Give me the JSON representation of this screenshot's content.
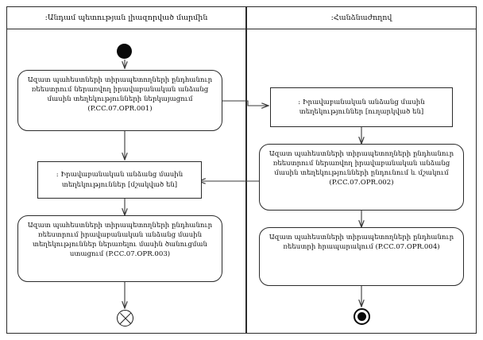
{
  "diagram": {
    "type": "uml-activity-diagram",
    "title_present": false,
    "lane_count": 2
  },
  "lanes": [
    {
      "id": "member-state-authority",
      "header": ":Անդամ պետության լիազորված մարմին"
    },
    {
      "id": "commission",
      "header": ":Հանձնաժողով"
    }
  ],
  "nodes": {
    "initial": {
      "kind": "initial-node",
      "label": ""
    },
    "activity_opr001": {
      "kind": "activity",
      "text": "Ազատ պահեստների տիրապետողների ընդհանուր ռեեստրում ներառվող  իրավաբանական անձանց մասին տեղեկությունների ներկայացում (P.CC.07.OPR.001)",
      "code": "P.CC.07.OPR.001"
    },
    "object_sent": {
      "kind": "object-node",
      "text": ": Իրավաբանական անձանց մասին տեղեկություններ [ուղարկված են]",
      "state": "[ուղարկված են]"
    },
    "activity_opr002": {
      "kind": "activity",
      "text": "Ազատ պահեստների տիրապետողների ընդհանուր ռեեստրում ներառվող  իրավաբանական անձանց մասին տեղեկությունների ընդունում և մշակում (P.CC.07.OPR.002)",
      "code": "P.CC.07.OPR.002"
    },
    "object_processed": {
      "kind": "object-node",
      "text": ": Իրավաբանական անձանց մասին տեղեկություններ [մշակված են]",
      "state": "[մշակված են]"
    },
    "activity_opr003": {
      "kind": "activity",
      "text": "Ազատ պահեստների տիրապետողների ընդհանուր ռեեստրում իրավաբանական անձանց մասին տեղեկություններ ներառելու մասին ծանուցման ստացում (P.CC.07.OPR.003)",
      "code": "P.CC.07.OPR.003"
    },
    "activity_opr004": {
      "kind": "activity",
      "text": "Ազատ պահեստների տիրապետողների ընդհանուր ռեեստրի հրապարակում (P.CC.07.OPR.004)",
      "code": "P.CC.07.OPR.004"
    },
    "flow_final": {
      "kind": "flow-final-node",
      "label": ""
    },
    "final": {
      "kind": "activity-final-node",
      "label": ""
    }
  },
  "colors": {
    "stroke": "#2b2b2b",
    "edge": "#3a3a3a",
    "node_fill": "#ffffff",
    "text": "#0d0d0d",
    "background": "#ffffff"
  }
}
